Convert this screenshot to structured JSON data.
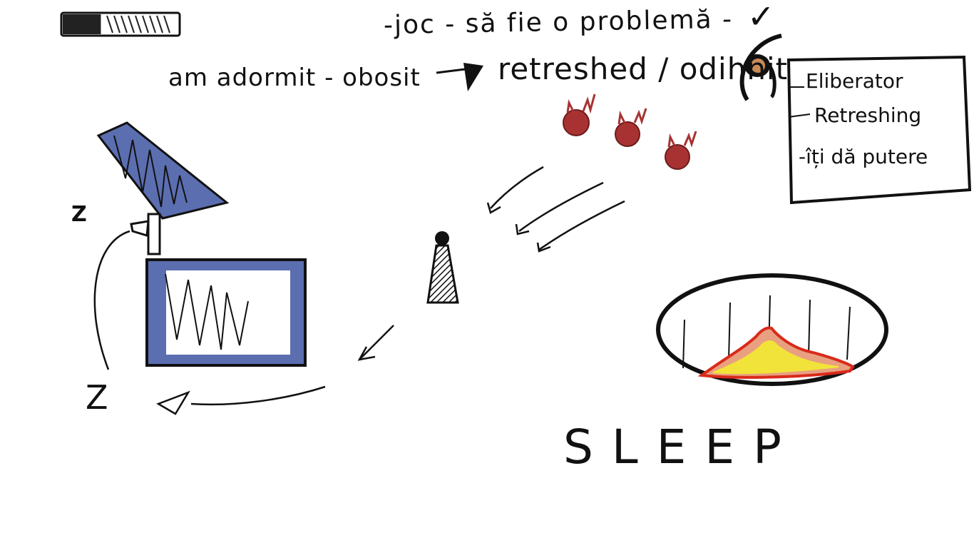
{
  "notes": {
    "top_line": "-joc - să fie o problemă -",
    "check_mark": "✓",
    "sleep_line": "am adormit - obosit",
    "result_line": "retreshed / odihnit"
  },
  "list": {
    "items": [
      "Eliberator",
      "Retreshing",
      "-îți dă putere"
    ]
  },
  "sleep_word": "SLEEP",
  "z_letters": [
    "Z",
    "Z"
  ],
  "colors": {
    "ink": "#111111",
    "blue": "#5b6eb0",
    "devil_red": "#a83232",
    "fire_red": "#d92a1a",
    "fire_yellow": "#f2e33a",
    "fire_orange": "#e8a080"
  },
  "icons": [
    "progress-bar-icon",
    "eye-icon",
    "devil-icon",
    "person-icon",
    "laptop-icon",
    "fireplace-icon",
    "arrow-icon"
  ],
  "progress_bar": {
    "filled_fraction": 0.33
  }
}
